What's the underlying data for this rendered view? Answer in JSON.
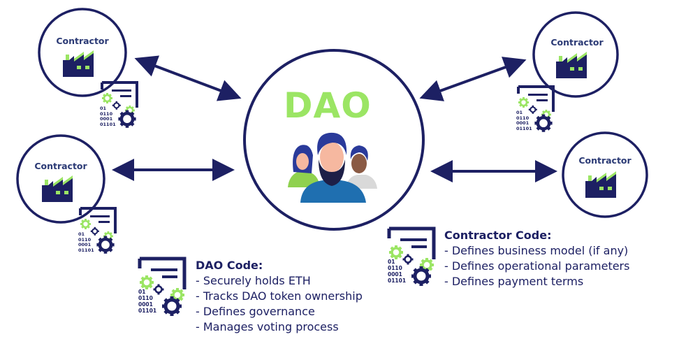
{
  "diagram": {
    "center": {
      "title": "DAO",
      "icon": "people-group-icon"
    },
    "contractors": [
      {
        "label": "Contractor",
        "icon": "factory-icon",
        "has_code_doc": true
      },
      {
        "label": "Contractor",
        "icon": "factory-icon",
        "has_code_doc": true
      },
      {
        "label": "Contractor",
        "icon": "factory-icon",
        "has_code_doc": true
      },
      {
        "label": "Contractor",
        "icon": "factory-icon",
        "has_code_doc": false
      }
    ],
    "binary_lines": [
      "01",
      "0110",
      "0001",
      "01101"
    ],
    "dao_code": {
      "heading": "DAO Code:",
      "items": [
        "- Securely holds ETH",
        "- Tracks DAO token ownership",
        "- Defines governance",
        "- Manages voting process"
      ]
    },
    "contractor_code": {
      "heading": "Contractor Code:",
      "items": [
        "- Defines business model (if any)",
        "- Defines operational parameters",
        "- Defines payment terms"
      ]
    },
    "colors": {
      "navy": "#1d2063",
      "green": "#9be564",
      "text": "#2b3a75"
    }
  }
}
